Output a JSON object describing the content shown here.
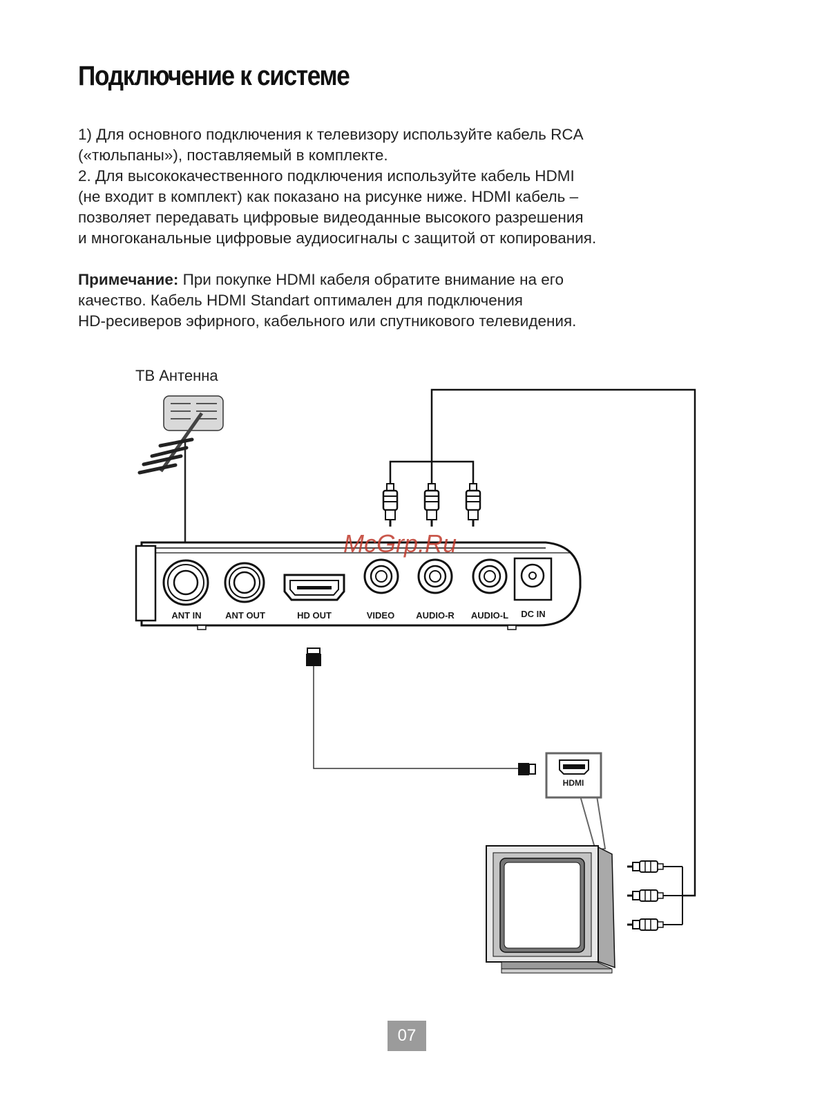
{
  "heading": "Подключение к системе",
  "paragraph1": {
    "lines": [
      "1) Для основного подключения к телевизору используйте кабель RCA",
      "(«тюльпаны»), поставляемый в комплекте.",
      "2. Для высококачественного подключения используйте кабель HDMI",
      "(не входит в комплект) как показано на рисунке ниже. HDMI кабель –",
      "позволяет передавать цифровые видеоданные высокого разрешения",
      "и многоканальные цифровые аудиосигналы с защитой от копирования."
    ]
  },
  "note": {
    "label": "Примечание:",
    "lines": [
      " При покупке HDMI кабеля обратите внимание на его",
      "качество. Кабель HDMI Standart оптимален для подключения",
      "HD-ресиверов эфирного, кабельного или спутникового телевидения."
    ]
  },
  "diagram": {
    "antenna_label": "ТВ Антенна",
    "ports": {
      "ant_in": "ANT IN",
      "ant_out": "ANT OUT",
      "hd_out": "HD OUT",
      "video": "VIDEO",
      "audio_r": "AUDIO-R",
      "audio_l": "AUDIO-L",
      "dc_in": "DC IN"
    },
    "tv_hdmi_label": "HDMI",
    "watermark": "McGrp.Ru"
  },
  "page_number": "07"
}
